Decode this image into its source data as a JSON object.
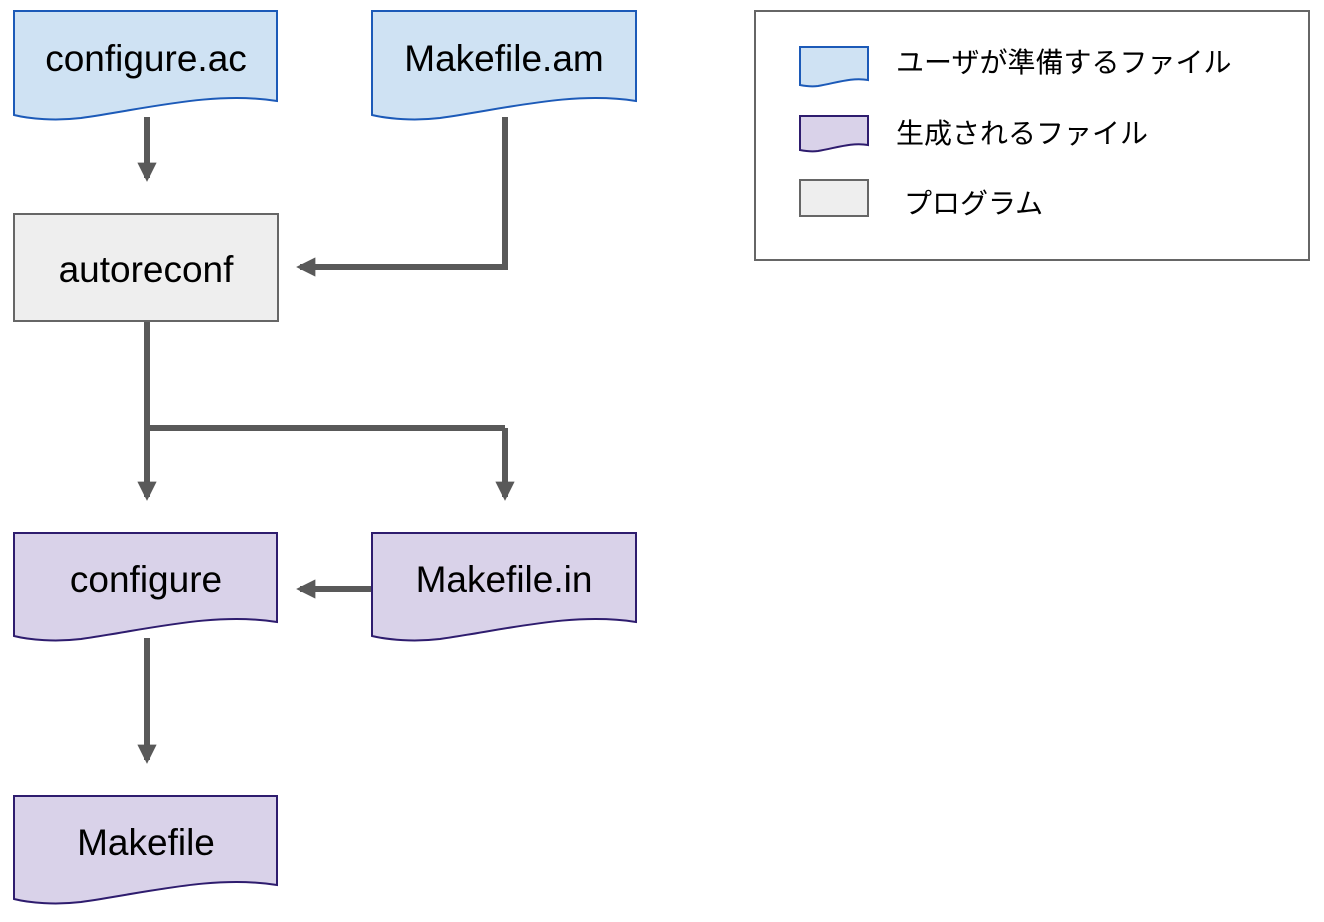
{
  "diagram": {
    "nodes": {
      "configure_ac": "configure.ac",
      "makefile_am": "Makefile.am",
      "autoreconf": "autoreconf",
      "configure": "configure",
      "makefile_in": "Makefile.in",
      "makefile": "Makefile"
    },
    "legend": {
      "user_file": "ユーザが準備するファイル",
      "generated_file": "生成されるファイル",
      "program": "プログラム"
    }
  },
  "colors": {
    "user_fill": "#cfe2f3",
    "user_stroke": "#1c5ab8",
    "generated_fill": "#d9d2e9",
    "generated_stroke": "#2e1c6e",
    "program_fill": "#eeeeee",
    "program_stroke": "#666666",
    "arrow": "#595959",
    "legend_border": "#666666"
  }
}
